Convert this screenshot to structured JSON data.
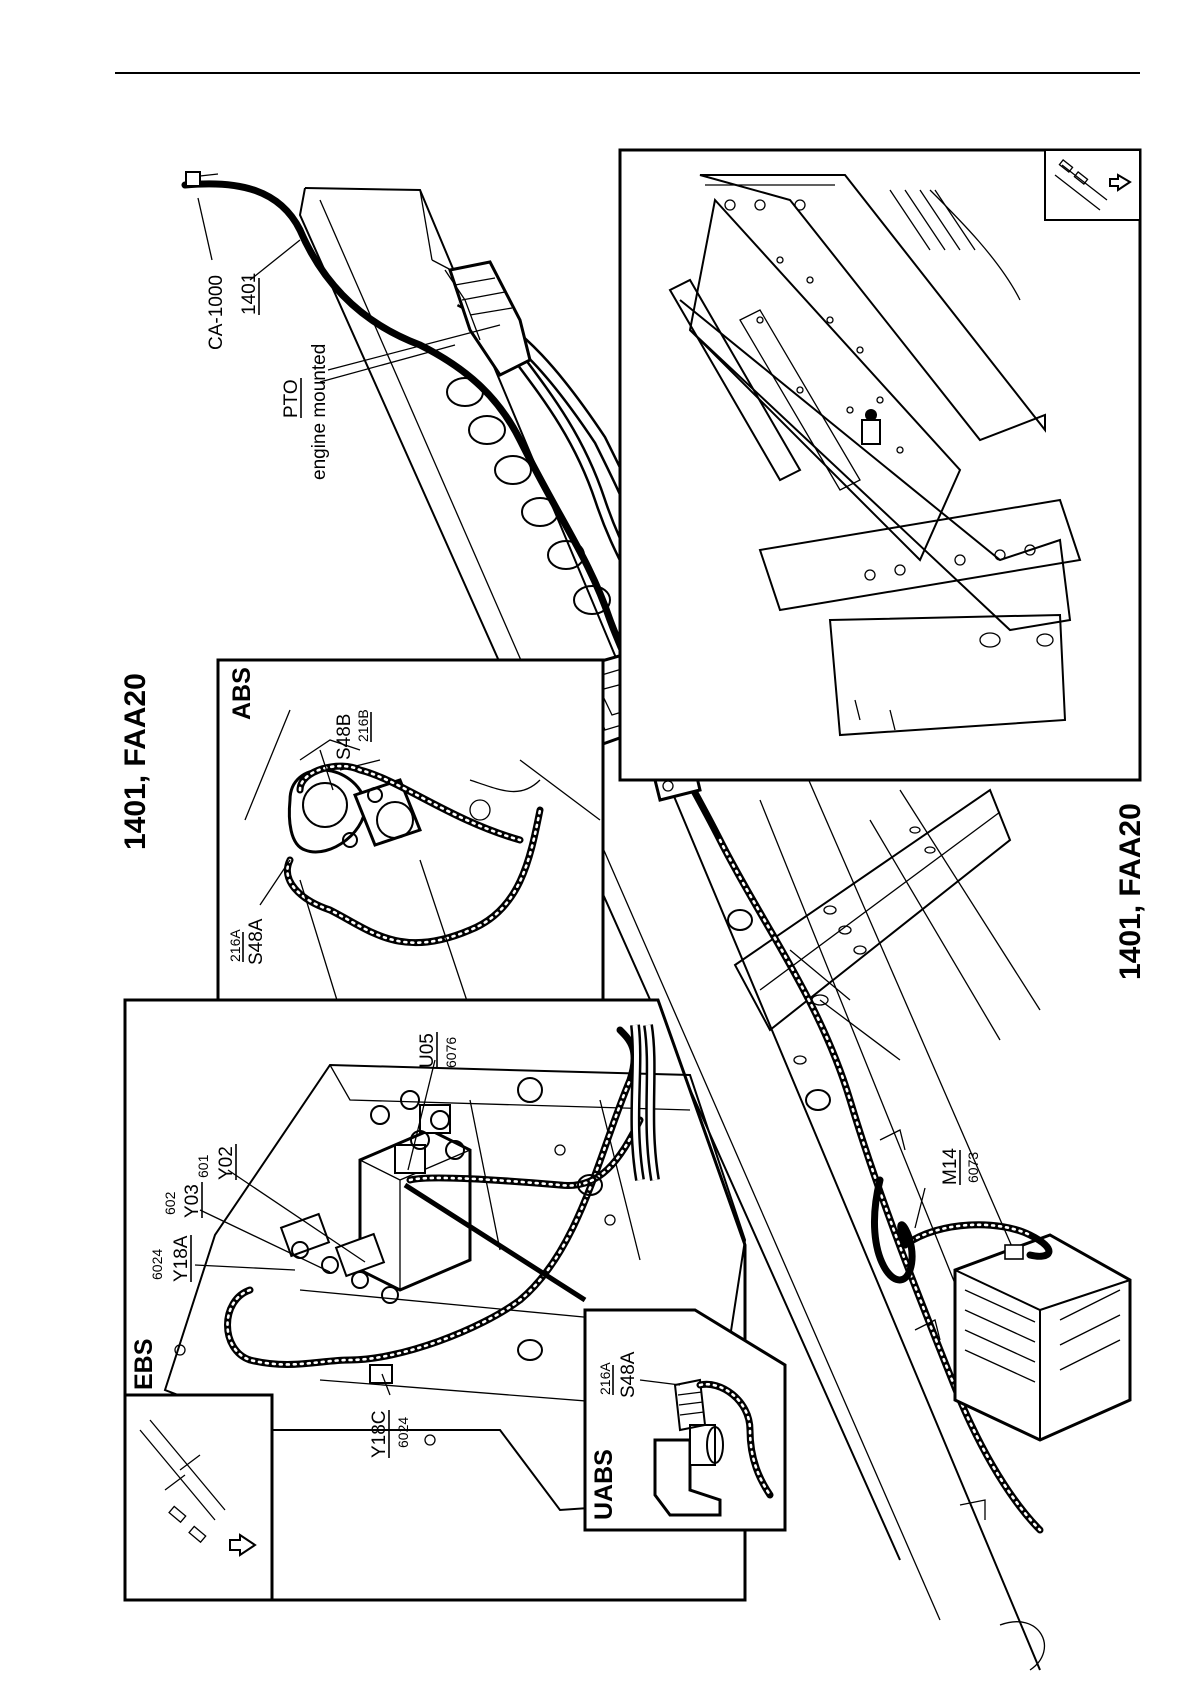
{
  "title_top": "1401, FAA20",
  "title_bottom": "1401, FAA20",
  "labels": {
    "ca1000": "CA-1000",
    "harness_1401": "1401",
    "pto_line1": "PTO",
    "pto_line2": "engine mounted",
    "m14": "M14",
    "m14_num": "6073"
  },
  "abs_panel": {
    "title": "ABS",
    "s48b": "S48B",
    "s48b_num": "216B",
    "s48a_num": "216A",
    "s48a": "S48A"
  },
  "ebs_panel": {
    "title": "EBS",
    "y18a_num": "6024",
    "y18a": "Y18A",
    "y03_num": "602",
    "y03": "Y03",
    "y02_num": "601",
    "y02": "Y02",
    "u05": "U05",
    "u05_num": "6076",
    "y18c": "Y18C",
    "y18c_num": "6024"
  },
  "uabs_panel": {
    "title": "UABS",
    "s48a_num": "216A",
    "s48a": "S48A"
  }
}
